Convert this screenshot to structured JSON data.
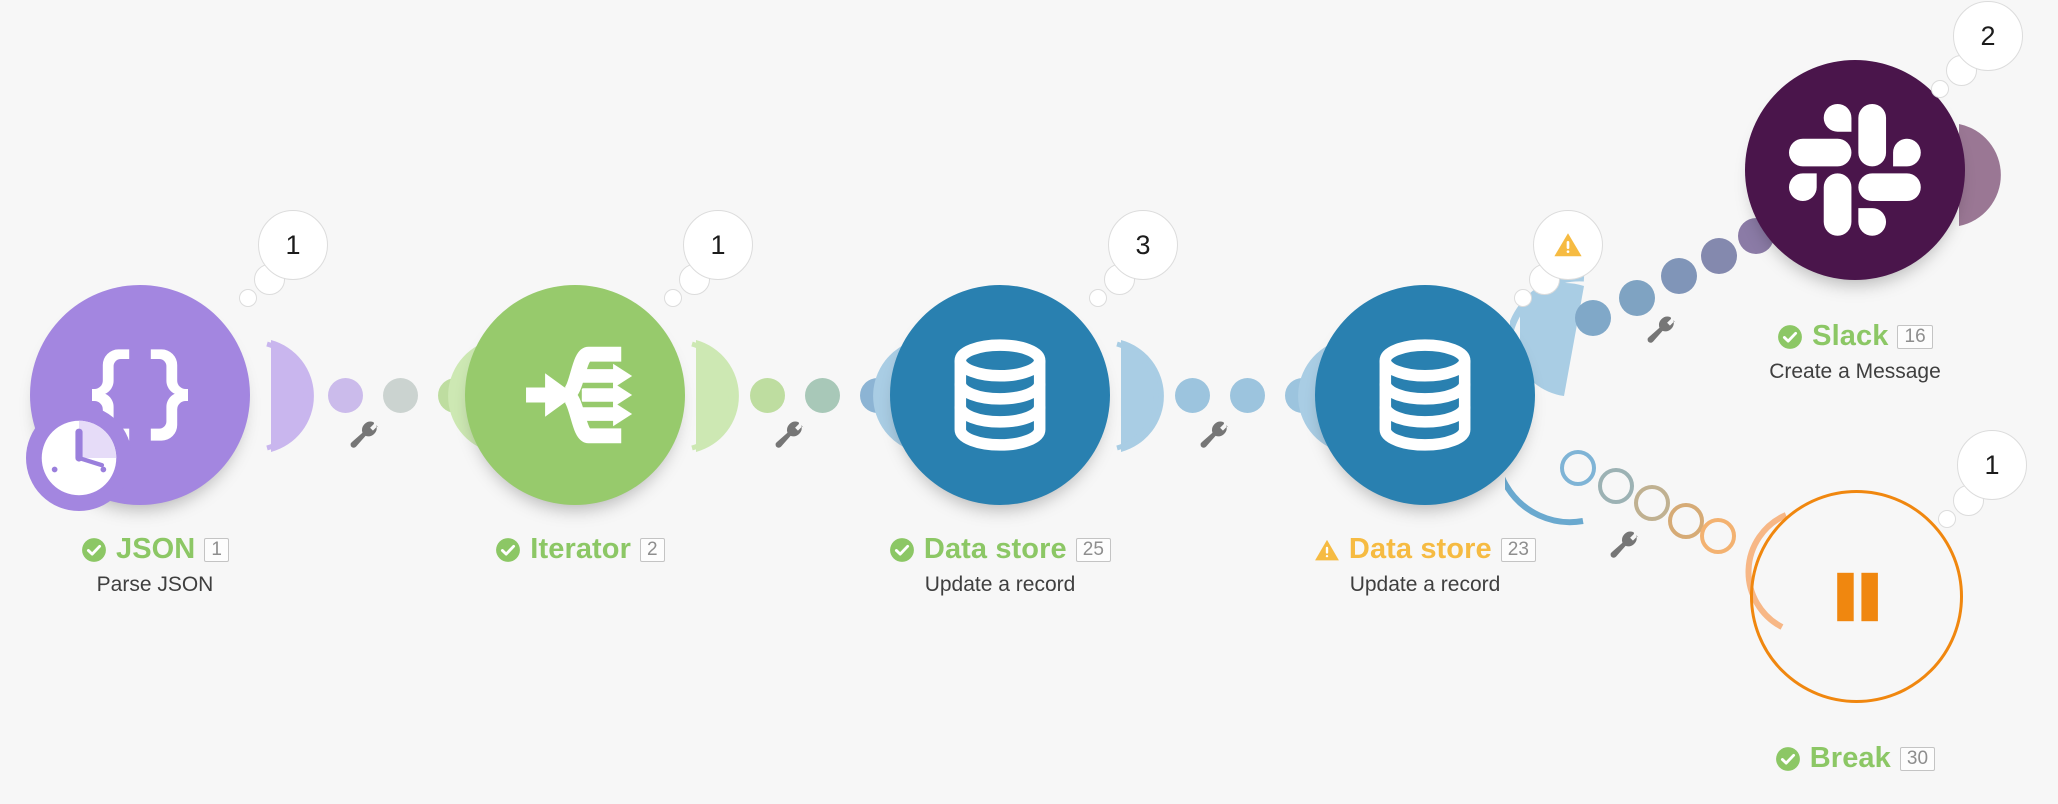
{
  "scenario": {
    "background_color": "#f7f7f7",
    "modules": [
      {
        "id": "json",
        "name": "JSON",
        "badge": "1",
        "operation": "Parse JSON",
        "status": "ok",
        "status_icon": "check-circle-icon",
        "color": "#a386e0",
        "icon": "json-braces-icon",
        "has_schedule_clock": true,
        "bubble": {
          "count": "1",
          "type": "number"
        }
      },
      {
        "id": "iterator",
        "name": "Iterator",
        "badge": "2",
        "operation": "",
        "status": "ok",
        "status_icon": "check-circle-icon",
        "color": "#97ca6c",
        "icon": "iterator-split-arrows-icon",
        "has_schedule_clock": false,
        "bubble": {
          "count": "1",
          "type": "number"
        }
      },
      {
        "id": "datastore-25",
        "name": "Data store",
        "badge": "25",
        "operation": "Update a record",
        "status": "ok",
        "status_icon": "check-circle-icon",
        "color": "#2980b0",
        "icon": "database-cylinder-icon",
        "has_schedule_clock": false,
        "bubble": {
          "count": "3",
          "type": "number"
        }
      },
      {
        "id": "datastore-23",
        "name": "Data store",
        "badge": "23",
        "operation": "Update a record",
        "status": "warning",
        "status_icon": "warning-triangle-icon",
        "color": "#2980b0",
        "icon": "database-cylinder-icon",
        "has_schedule_clock": false,
        "bubble": {
          "count": "",
          "type": "warning"
        }
      },
      {
        "id": "slack",
        "name": "Slack",
        "badge": "16",
        "operation": "Create a Message",
        "status": "ok",
        "status_icon": "check-circle-icon",
        "color": "#4a154b",
        "icon": "slack-hash-icon",
        "has_schedule_clock": false,
        "bubble": {
          "count": "2",
          "type": "number"
        }
      },
      {
        "id": "break",
        "name": "Break",
        "badge": "30",
        "operation": "",
        "status": "ok",
        "status_icon": "check-circle-icon",
        "color": "#f0870f",
        "icon": "pause-icon",
        "has_schedule_clock": false,
        "bubble": {
          "count": "1",
          "type": "number"
        }
      }
    ],
    "connectors": [
      {
        "id": "json-iterator",
        "from": "json",
        "to": "iterator",
        "tool_icon": "wrench-icon"
      },
      {
        "id": "iterator-datastore25",
        "from": "iterator",
        "to": "datastore-25",
        "tool_icon": "wrench-icon"
      },
      {
        "id": "datastore25-datastore23",
        "from": "datastore-25",
        "to": "datastore-23",
        "tool_icon": "wrench-icon"
      },
      {
        "id": "datastore23-slack",
        "from": "datastore-23",
        "to": "slack",
        "tool_icon": "wrench-icon"
      },
      {
        "id": "datastore23-break",
        "from": "datastore-23",
        "to": "break",
        "tool_icon": "wrench-icon"
      }
    ],
    "colors": {
      "status_ok": "#8cc765",
      "status_warning": "#f6bb42",
      "badge_text": "#8e8e8e",
      "operation_text": "#3f3f3f",
      "bubble_border": "#dcdcdc",
      "wrench": "#767676"
    }
  }
}
